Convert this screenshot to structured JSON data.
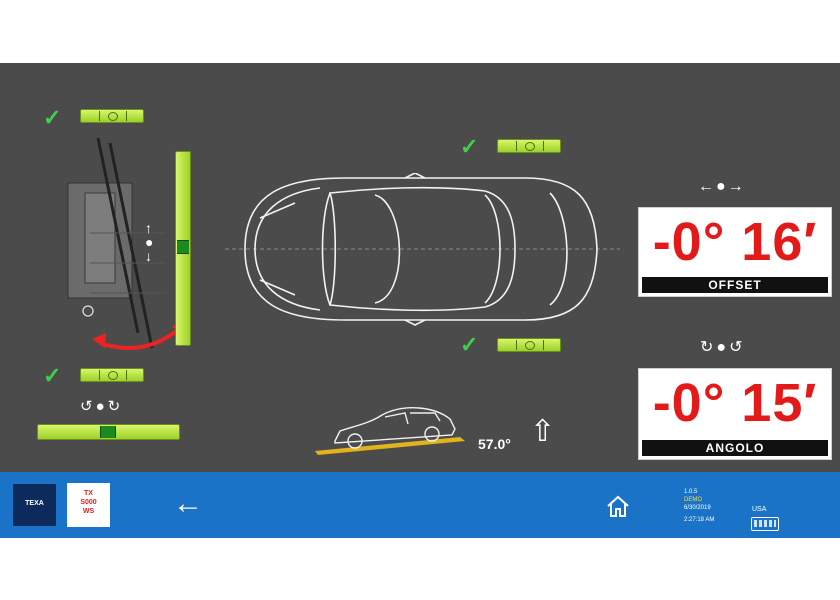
{
  "offset": {
    "value": "-0° 16′",
    "label": "OFFSET",
    "icon": "left-right-arrows-icon"
  },
  "angolo": {
    "value": "-0° 15′",
    "label": "ANGOLO",
    "icon": "rotate-icons"
  },
  "incline": {
    "value": "57.0°"
  },
  "taskbar": {
    "brand": "TEXA",
    "product": "TX\nS000\nWS",
    "version": "1.0.5",
    "mode": "DEMO",
    "date": "6/30/2019",
    "time": "2:27:18 AM",
    "locale": "USA"
  },
  "colors": {
    "readout_text": "#e31a1a",
    "check": "#3fd14b",
    "taskbar": "#1a73c7",
    "level": "#b5e33a"
  }
}
